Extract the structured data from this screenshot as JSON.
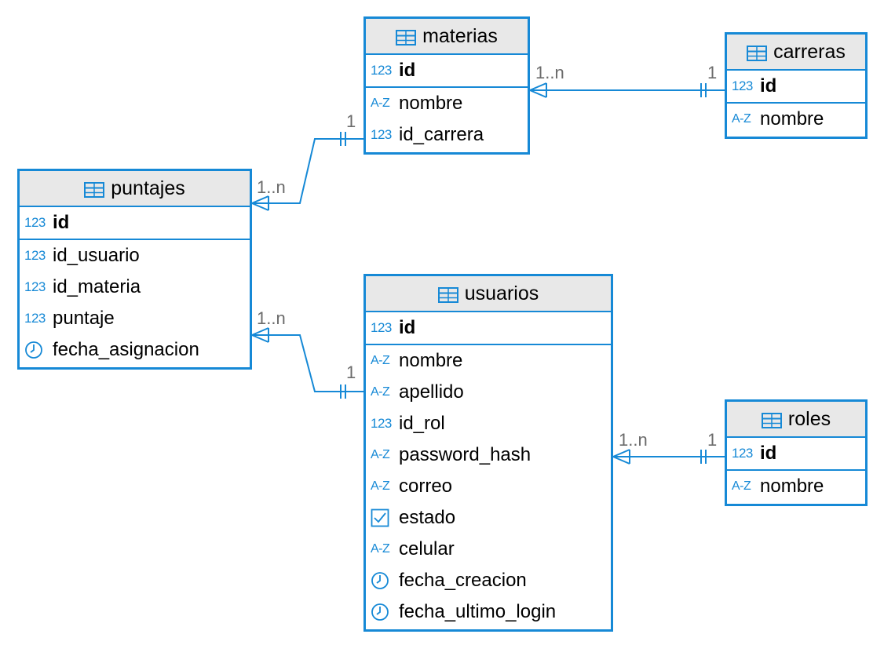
{
  "entities": {
    "materias": {
      "name": "materias",
      "pk": {
        "name": "id",
        "type": "123"
      },
      "columns": [
        {
          "name": "nombre",
          "type": "A-Z"
        },
        {
          "name": "id_carrera",
          "type": "123"
        }
      ]
    },
    "carreras": {
      "name": "carreras",
      "pk": {
        "name": "id",
        "type": "123"
      },
      "columns": [
        {
          "name": "nombre",
          "type": "A-Z"
        }
      ]
    },
    "puntajes": {
      "name": "puntajes",
      "pk": {
        "name": "id",
        "type": "123"
      },
      "columns": [
        {
          "name": "id_usuario",
          "type": "123"
        },
        {
          "name": "id_materia",
          "type": "123"
        },
        {
          "name": "puntaje",
          "type": "123"
        },
        {
          "name": "fecha_asignacion",
          "type": "clock"
        }
      ]
    },
    "usuarios": {
      "name": "usuarios",
      "pk": {
        "name": "id",
        "type": "123"
      },
      "columns": [
        {
          "name": "nombre",
          "type": "A-Z"
        },
        {
          "name": "apellido",
          "type": "A-Z"
        },
        {
          "name": "id_rol",
          "type": "123"
        },
        {
          "name": "password_hash",
          "type": "A-Z"
        },
        {
          "name": "correo",
          "type": "A-Z"
        },
        {
          "name": "estado",
          "type": "check"
        },
        {
          "name": "celular",
          "type": "A-Z"
        },
        {
          "name": "fecha_creacion",
          "type": "clock"
        },
        {
          "name": "fecha_ultimo_login",
          "type": "clock"
        }
      ]
    },
    "roles": {
      "name": "roles",
      "pk": {
        "name": "id",
        "type": "123"
      },
      "columns": [
        {
          "name": "nombre",
          "type": "A-Z"
        }
      ]
    }
  },
  "relationships": [
    {
      "from": "materias",
      "to": "carreras",
      "many_label": "1..n",
      "one_label": "1"
    },
    {
      "from": "puntajes",
      "to": "materias",
      "many_label": "1..n",
      "one_label": "1"
    },
    {
      "from": "puntajes",
      "to": "usuarios",
      "many_label": "1..n",
      "one_label": "1"
    },
    {
      "from": "usuarios",
      "to": "roles",
      "many_label": "1..n",
      "one_label": "1"
    }
  ],
  "colors": {
    "accent": "#1689d6",
    "header_bg": "#e8e8e8",
    "label": "#6b6b6b"
  }
}
